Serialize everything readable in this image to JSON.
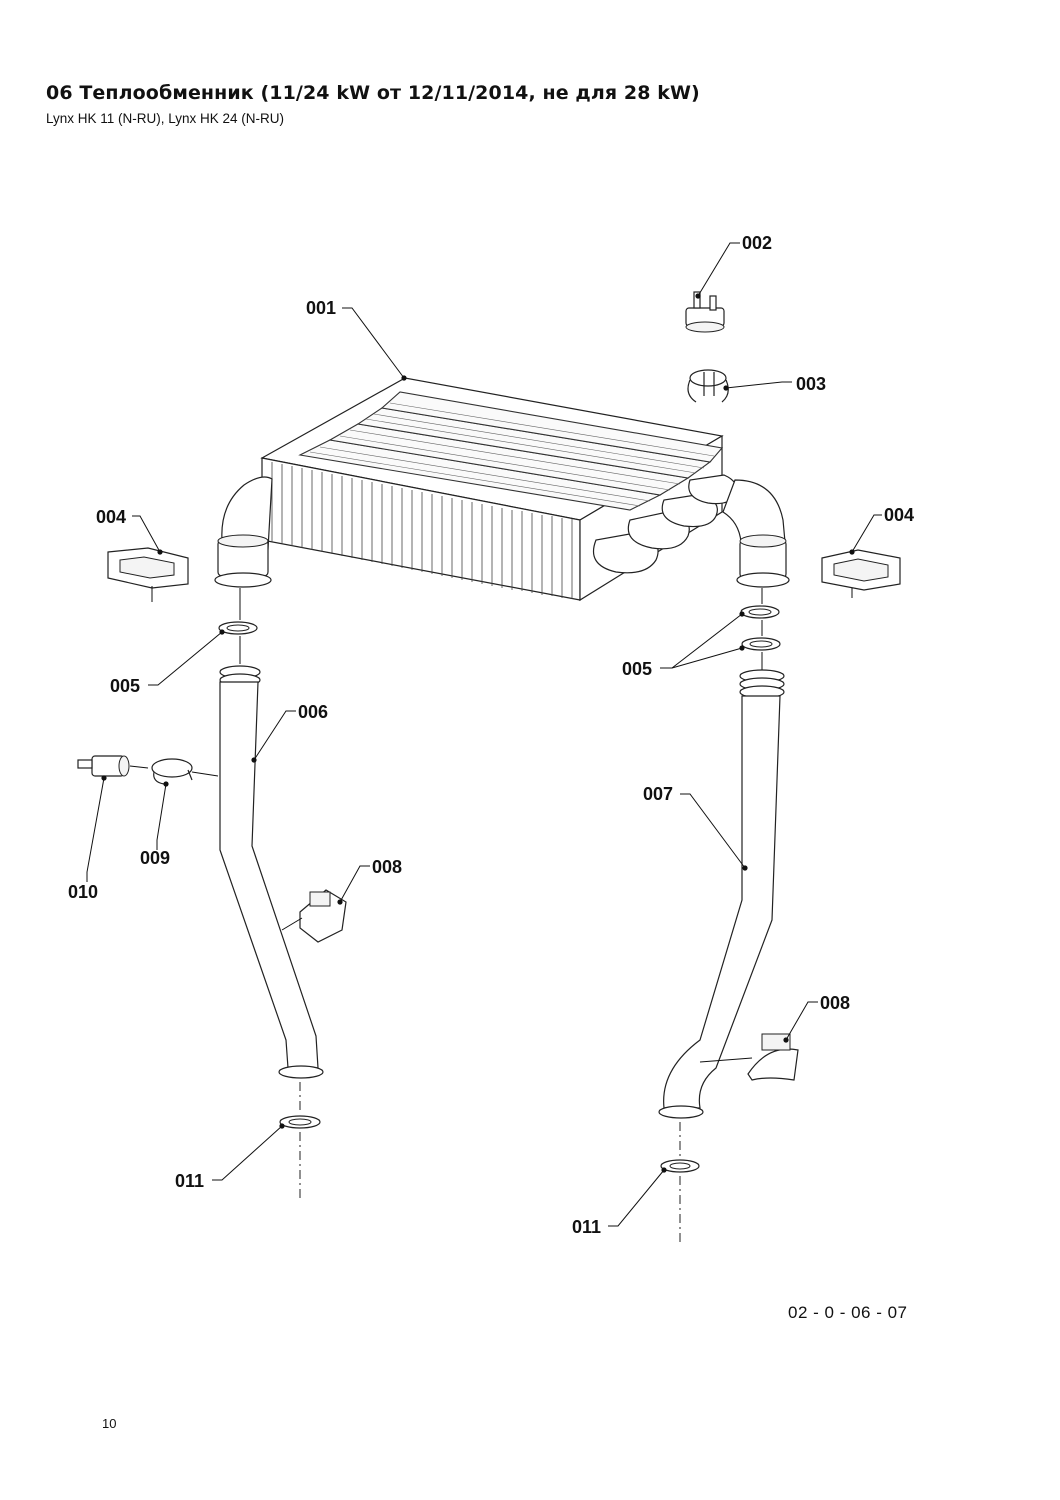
{
  "header": {
    "title": "06 Теплообменник (11/24 kW от 12/11/2014, не для 28 kW)",
    "subtitle": "Lynx HK 11 (N-RU), Lynx HK 24 (N-RU)"
  },
  "labels": {
    "p001": "001",
    "p002": "002",
    "p003": "003",
    "p004_left": "004",
    "p004_right": "004",
    "p005_left": "005",
    "p005_right": "005",
    "p006": "006",
    "p007": "007",
    "p008_left": "008",
    "p008_right": "008",
    "p009": "009",
    "p010": "010",
    "p011_left": "011",
    "p011_right": "011"
  },
  "footer": {
    "drawing_code": "02 - 0 - 06 - 07",
    "page_number": "10"
  }
}
